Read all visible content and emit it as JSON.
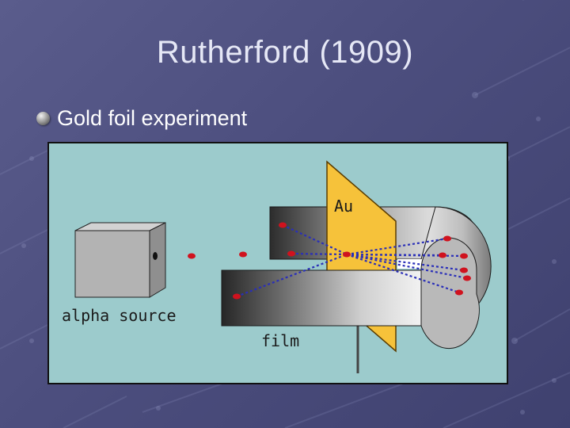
{
  "slide": {
    "title": "Rutherford (1909)",
    "bullet": "Gold foil experiment"
  },
  "diagram": {
    "labels": {
      "foil": "Au",
      "source": "alpha source",
      "detector": "film"
    }
  },
  "colors": {
    "background": "#4c4e7e",
    "panel": "#9ccbcc",
    "gold_foil": "#f6c23a",
    "particle": "#d0121e",
    "trajectory": "#2a2fb8"
  },
  "icons": [
    "bullet-sphere-icon"
  ]
}
